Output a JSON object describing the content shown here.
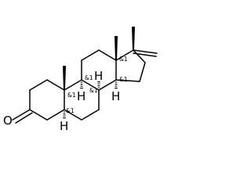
{
  "molecule": {
    "oxygen_label": "O",
    "hydrogen_label": "H",
    "stereo_label": "&1"
  },
  "colors": {
    "bond": "#000000",
    "background": "#ffffff"
  }
}
